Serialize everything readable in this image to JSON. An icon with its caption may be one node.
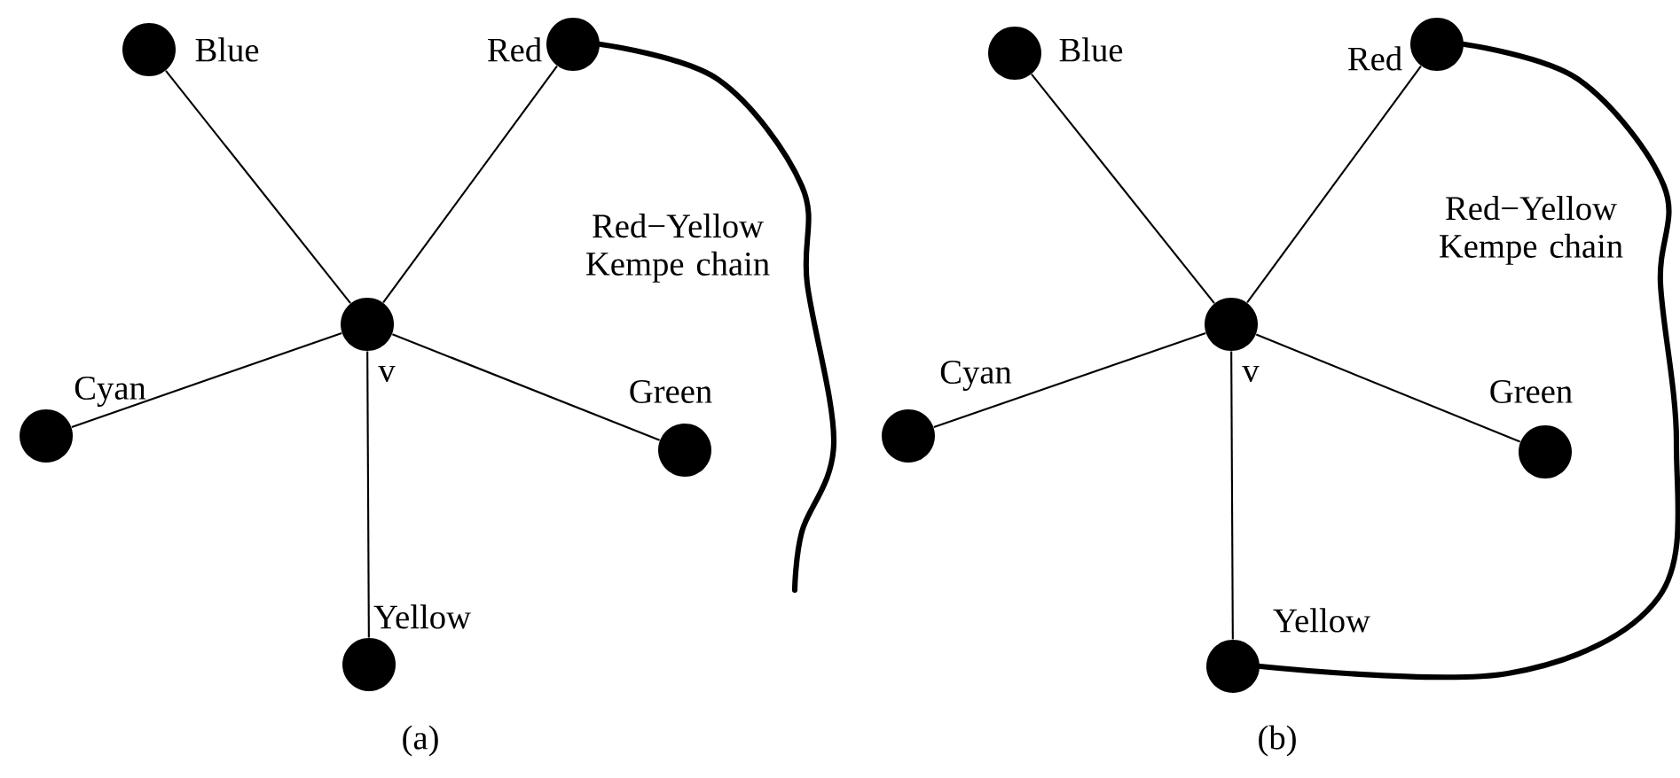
{
  "diagram": {
    "nodes": [
      {
        "text": [],
        "shape": "circle",
        "beside": [
          "v"
        ]
      },
      {
        "text": [],
        "shape": "circle",
        "beside": [
          "Blue"
        ]
      },
      {
        "text": [],
        "shape": "circle",
        "beside": [
          "Red"
        ]
      },
      {
        "text": [],
        "shape": "circle",
        "beside": [
          "Cyan"
        ]
      },
      {
        "text": [],
        "shape": "circle",
        "beside": [
          "Green"
        ]
      },
      {
        "text": [],
        "shape": "circle",
        "beside": [
          "Yellow"
        ]
      },
      {
        "text": [],
        "shape": "circle",
        "beside": [
          "v"
        ]
      },
      {
        "text": [],
        "shape": "circle",
        "beside": [
          "Blue"
        ]
      },
      {
        "text": [],
        "shape": "circle",
        "beside": [
          "Red"
        ]
      },
      {
        "text": [],
        "shape": "circle",
        "beside": [
          "Cyan"
        ]
      },
      {
        "text": [],
        "shape": "circle",
        "beside": [
          "Green"
        ]
      },
      {
        "text": [],
        "shape": "circle",
        "beside": [
          "Yellow"
        ]
      }
    ],
    "edges": [
      {
        "from": 0,
        "to": 1,
        "arrow": "none"
      },
      {
        "from": 0,
        "to": 2,
        "arrow": "none"
      },
      {
        "from": 0,
        "to": 3,
        "arrow": "none"
      },
      {
        "from": 0,
        "to": 4,
        "arrow": "none"
      },
      {
        "from": 0,
        "to": 5,
        "arrow": "none"
      },
      {
        "from": 2,
        "to": null,
        "arrow": "none",
        "style": "thick",
        "label": "Red−Yellow Kempe chain"
      },
      {
        "from": 6,
        "to": 7,
        "arrow": "none"
      },
      {
        "from": 6,
        "to": 8,
        "arrow": "none"
      },
      {
        "from": 6,
        "to": 9,
        "arrow": "none"
      },
      {
        "from": 6,
        "to": 10,
        "arrow": "none"
      },
      {
        "from": 6,
        "to": 11,
        "arrow": "none"
      },
      {
        "from": 8,
        "to": 11,
        "arrow": "none",
        "style": "thick",
        "label": "Red−Yellow Kempe chain"
      }
    ],
    "labels": [
      "(a)",
      "(b)"
    ]
  }
}
